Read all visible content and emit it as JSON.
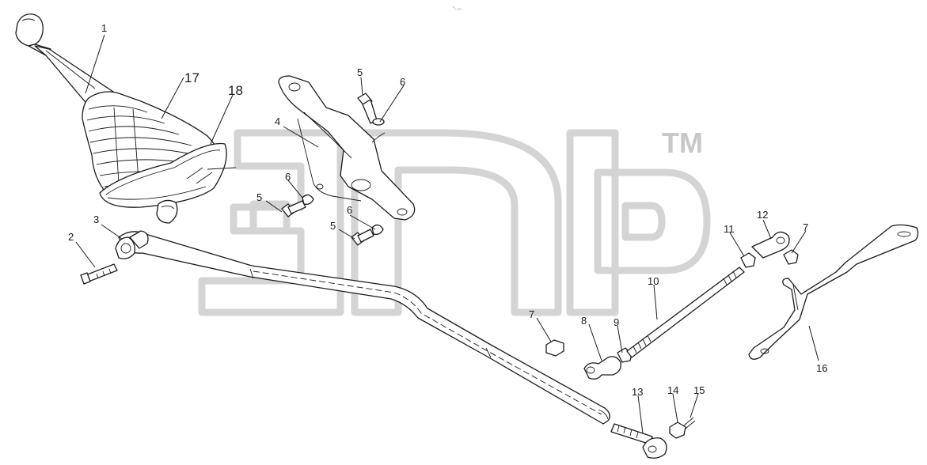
{
  "diagram": {
    "top_mark": "°ₒ ₒₒₒ",
    "watermark": {
      "trademark": "TM"
    },
    "callouts": [
      {
        "id": "c1",
        "label": "1"
      },
      {
        "id": "c2",
        "label": "2"
      },
      {
        "id": "c3",
        "label": "3"
      },
      {
        "id": "c4",
        "label": "4"
      },
      {
        "id": "c5a",
        "label": "5"
      },
      {
        "id": "c5b",
        "label": "5"
      },
      {
        "id": "c5c",
        "label": "5"
      },
      {
        "id": "c6a",
        "label": "6"
      },
      {
        "id": "c6b",
        "label": "6"
      },
      {
        "id": "c6c",
        "label": "6"
      },
      {
        "id": "c7a",
        "label": "7"
      },
      {
        "id": "c7b",
        "label": "7"
      },
      {
        "id": "c8",
        "label": "8"
      },
      {
        "id": "c9",
        "label": "9"
      },
      {
        "id": "c10",
        "label": "10"
      },
      {
        "id": "c11",
        "label": "11"
      },
      {
        "id": "c12",
        "label": "12"
      },
      {
        "id": "c13",
        "label": "13"
      },
      {
        "id": "c14",
        "label": "14"
      },
      {
        "id": "c15",
        "label": "15"
      },
      {
        "id": "c16",
        "label": "16"
      },
      {
        "id": "c17",
        "label": "17"
      },
      {
        "id": "c18",
        "label": "18"
      }
    ]
  }
}
